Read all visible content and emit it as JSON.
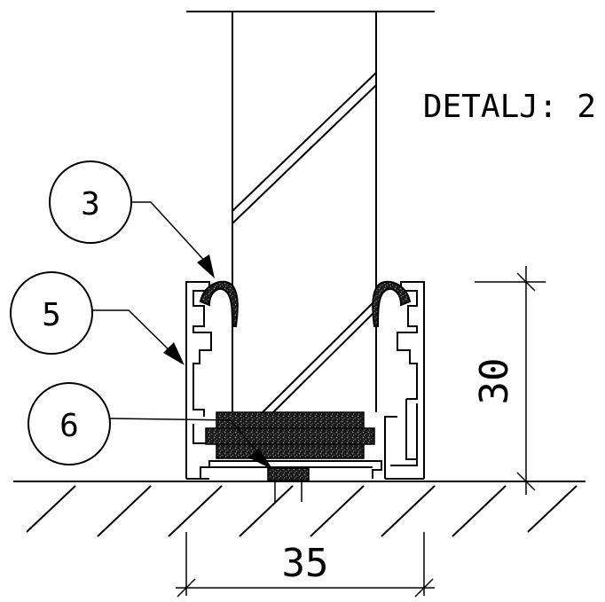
{
  "detail": {
    "title": "DETALJ: 2"
  },
  "callouts": [
    {
      "id": "3",
      "label": "3"
    },
    {
      "id": "5",
      "label": "5"
    },
    {
      "id": "6",
      "label": "6"
    }
  ],
  "dimensions": {
    "width_label": "35",
    "height_label": "30"
  },
  "colors": {
    "line": "#000000",
    "background": "#ffffff",
    "gasket": "#222222"
  }
}
